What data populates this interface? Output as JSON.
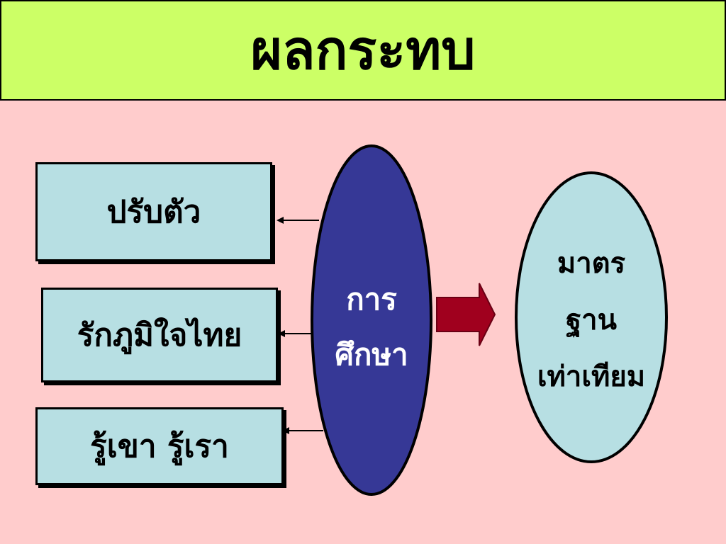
{
  "title": "ผลกระทบ",
  "boxes": [
    {
      "label": "ปรับตัว"
    },
    {
      "label": "รักภูมิใจไทย"
    },
    {
      "label": "รู้เขา รู้เรา"
    }
  ],
  "center_ellipse": {
    "line1": "การ",
    "line2": "ศึกษา"
  },
  "right_ellipse": {
    "line1": "มาตร",
    "line2": "ฐาน",
    "line3": "เท่าเทียม"
  },
  "colors": {
    "title_bg": "#ccff66",
    "background": "#ffcccc",
    "box_fill": "#b7dfe3",
    "center_ellipse_fill": "#363896",
    "right_ellipse_fill": "#b7dfe3",
    "arrow_fill": "#a0001e"
  }
}
